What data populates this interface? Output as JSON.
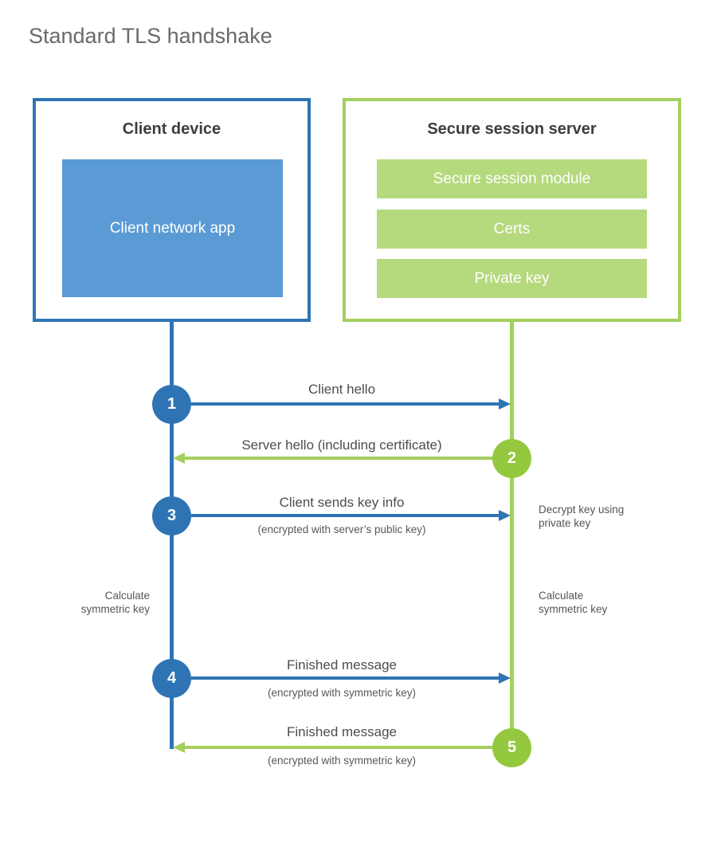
{
  "title": "Standard TLS handshake",
  "client": {
    "heading": "Client device",
    "app_label": "Client network app"
  },
  "server": {
    "heading": "Secure session server",
    "modules": [
      "Secure session module",
      "Certs",
      "Private key"
    ]
  },
  "steps": [
    {
      "num": "1",
      "label": "Client hello",
      "sub": "",
      "direction": "client-to-server"
    },
    {
      "num": "2",
      "label": "Server hello (including certificate)",
      "sub": "",
      "direction": "server-to-client"
    },
    {
      "num": "3",
      "label": "Client sends key info",
      "sub": "(encrypted with server’s public key)",
      "direction": "client-to-server"
    },
    {
      "num": "4",
      "label": "Finished message",
      "sub": "(encrypted with symmetric key)",
      "direction": "client-to-server"
    },
    {
      "num": "5",
      "label": "Finished message",
      "sub": "(encrypted with symmetric key)",
      "direction": "server-to-client"
    }
  ],
  "annotations": {
    "decrypt_key": "Decrypt key using private key",
    "calculate_left": "Calculate symmetric key",
    "calculate_right": "Calculate symmetric key"
  },
  "colors": {
    "client_blue": "#2e75b6",
    "client_app_fill": "#5b9bd5",
    "server_green": "#a4cf5e",
    "server_circle_green": "#94c83e",
    "server_module_fill": "#b5d97d"
  }
}
